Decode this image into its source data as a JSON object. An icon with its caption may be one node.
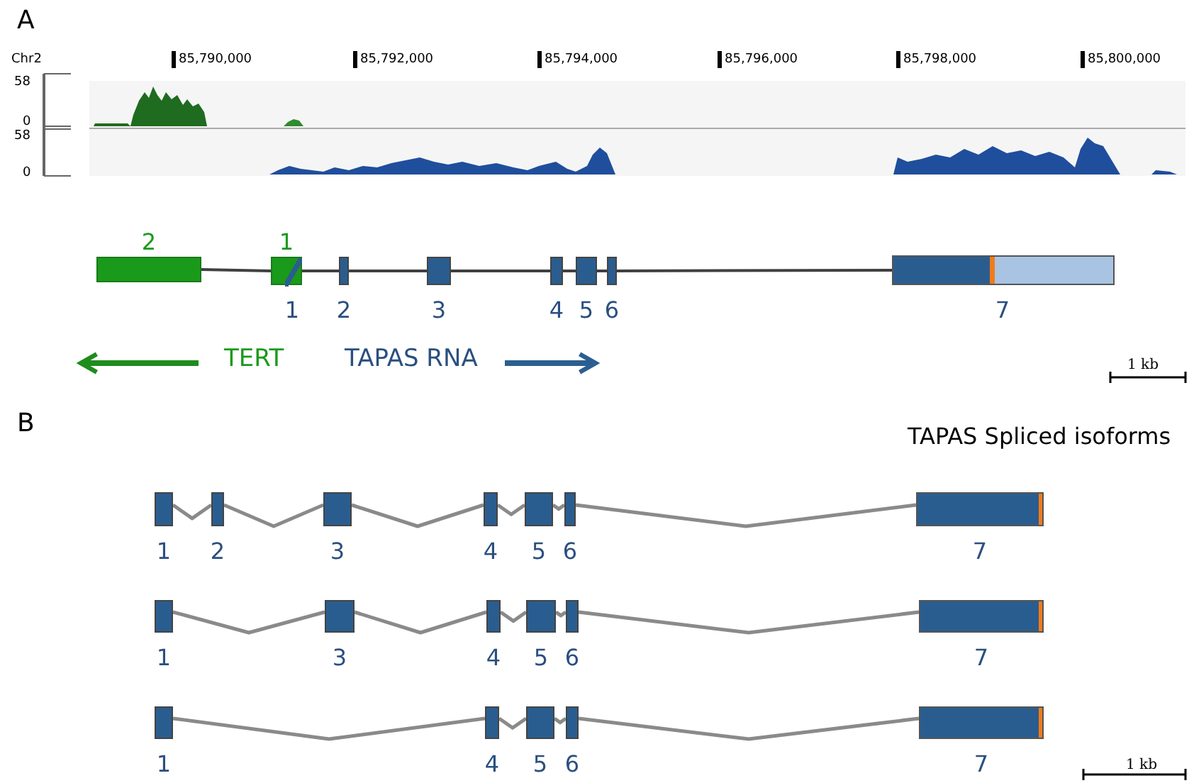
{
  "diagram": {
    "nodes": [
      {
        "text": [],
        "shape": "box",
        "beside": [
          "2"
        ]
      },
      {
        "text": [],
        "shape": "box",
        "beside": [
          "1"
        ]
      },
      {
        "text": [],
        "shape": "box",
        "in": 1,
        "beside": [
          "1"
        ]
      },
      {
        "text": [],
        "shape": "box",
        "beside": [
          "2"
        ]
      },
      {
        "text": [],
        "shape": "box",
        "beside": [
          "3"
        ]
      },
      {
        "text": [],
        "shape": "box",
        "beside": [
          "4"
        ]
      },
      {
        "text": [],
        "shape": "box",
        "beside": [
          "5"
        ]
      },
      {
        "text": [],
        "shape": "box",
        "beside": [
          "6"
        ]
      },
      {
        "text": [],
        "shape": "box",
        "beside": [
          "7"
        ]
      },
      {
        "text": [],
        "shape": "box",
        "beside": [
          "1"
        ]
      },
      {
        "text": [],
        "shape": "box",
        "beside": [
          "2"
        ]
      },
      {
        "text": [],
        "shape": "box",
        "beside": [
          "3"
        ]
      },
      {
        "text": [],
        "shape": "box",
        "beside": [
          "4"
        ]
      },
      {
        "text": [],
        "shape": "box",
        "beside": [
          "5"
        ]
      },
      {
        "text": [],
        "shape": "box",
        "beside": [
          "6"
        ]
      },
      {
        "text": [],
        "shape": "box",
        "beside": [
          "7"
        ]
      },
      {
        "text": [],
        "shape": "box",
        "beside": [
          "1"
        ]
      },
      {
        "text": [],
        "shape": "box",
        "beside": [
          "3"
        ]
      },
      {
        "text": [],
        "shape": "box",
        "beside": [
          "4"
        ]
      },
      {
        "text": [],
        "shape": "box",
        "beside": [
          "5"
        ]
      },
      {
        "text": [],
        "shape": "box",
        "beside": [
          "6"
        ]
      },
      {
        "text": [],
        "shape": "box",
        "beside": [
          "7"
        ]
      },
      {
        "text": [],
        "shape": "box",
        "beside": [
          "1"
        ]
      },
      {
        "text": [],
        "shape": "box",
        "beside": [
          "4"
        ]
      },
      {
        "text": [],
        "shape": "box",
        "beside": [
          "5"
        ]
      },
      {
        "text": [],
        "shape": "box",
        "beside": [
          "6"
        ]
      },
      {
        "text": [],
        "shape": "box",
        "beside": [
          "7"
        ]
      }
    ],
    "edges": [
      {
        "from": 0,
        "to": 1,
        "arrow": "none",
        "color": "#404040"
      },
      {
        "from": 1,
        "to": 3,
        "arrow": "none",
        "color": "#404040"
      },
      {
        "from": 3,
        "to": 4,
        "arrow": "none",
        "color": "#404040"
      },
      {
        "from": 4,
        "to": 5,
        "arrow": "none",
        "color": "#404040"
      },
      {
        "from": 5,
        "to": 6,
        "arrow": "none",
        "color": "#404040"
      },
      {
        "from": 6,
        "to": 7,
        "arrow": "none",
        "color": "#404040"
      },
      {
        "from": 7,
        "to": 8,
        "arrow": "none",
        "color": "#404040"
      },
      {
        "from": 9,
        "to": 10,
        "arrow": "none"
      },
      {
        "from": 10,
        "to": 11,
        "arrow": "none"
      },
      {
        "from": 11,
        "to": 12,
        "arrow": "none"
      },
      {
        "from": 12,
        "to": 13,
        "arrow": "none"
      },
      {
        "from": 13,
        "to": 14,
        "arrow": "none"
      },
      {
        "from": 14,
        "to": 15,
        "arrow": "none"
      },
      {
        "from": 16,
        "to": 17,
        "arrow": "none"
      },
      {
        "from": 17,
        "to": 18,
        "arrow": "none"
      },
      {
        "from": 18,
        "to": 19,
        "arrow": "none"
      },
      {
        "from": 19,
        "to": 20,
        "arrow": "none"
      },
      {
        "from": 20,
        "to": 21,
        "arrow": "none"
      },
      {
        "from": 22,
        "to": 23,
        "arrow": "none"
      },
      {
        "from": 23,
        "to": 24,
        "arrow": "none"
      },
      {
        "from": 24,
        "to": 25,
        "arrow": "none"
      },
      {
        "from": 25,
        "to": 26,
        "arrow": "none"
      }
    ],
    "labels": [
      "A",
      "Chr2",
      "85,790,000",
      "85,792,000",
      "85,794,000",
      "85,796,000",
      "85,798,000",
      "85,800,000",
      "58",
      "0",
      "58",
      "0",
      "TERT",
      "TAPAS RNA",
      "1 kb",
      "B",
      "TAPAS Spliced isoforms",
      "1 kb"
    ]
  }
}
